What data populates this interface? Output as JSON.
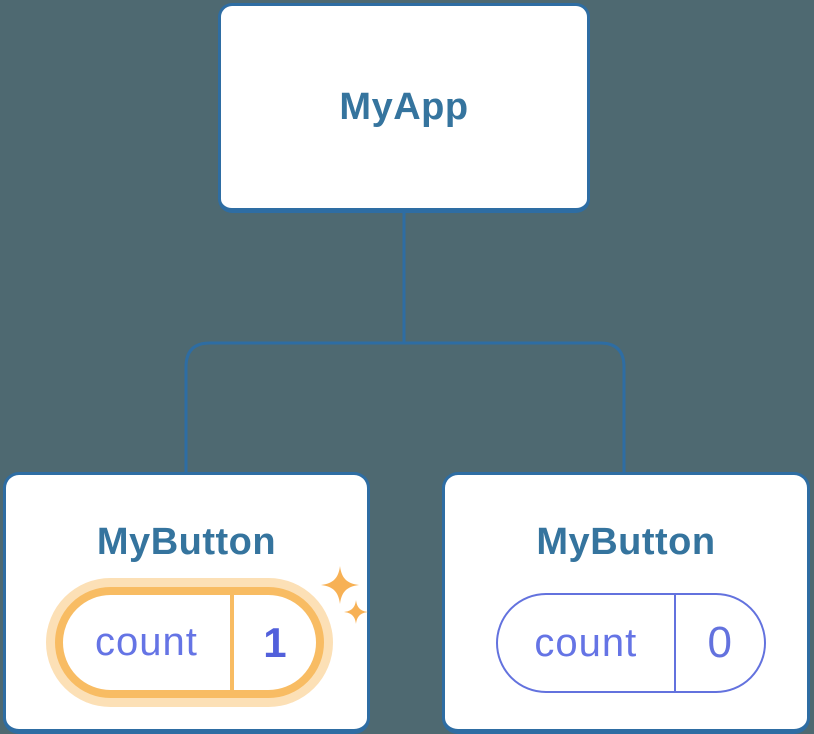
{
  "diagram": {
    "type": "component-tree",
    "root": {
      "label": "MyApp"
    },
    "children": [
      {
        "label": "MyButton",
        "state_name": "count",
        "state_value": "1",
        "highlighted": true
      },
      {
        "label": "MyButton",
        "state_name": "count",
        "state_value": "0",
        "highlighted": false
      }
    ]
  },
  "colors": {
    "background": "#4E6971",
    "line": "#2E6DA3",
    "box_bg": "#FFFFFF",
    "title": "#35749E",
    "state_label": "#6574E5",
    "state_value_active": "#5260DB",
    "state_pill_active": "#F8BC63",
    "state_pill_glow": "#FCE0B6",
    "state_pill_inactive": "#6372DE",
    "sparkle": "#F7B155"
  }
}
